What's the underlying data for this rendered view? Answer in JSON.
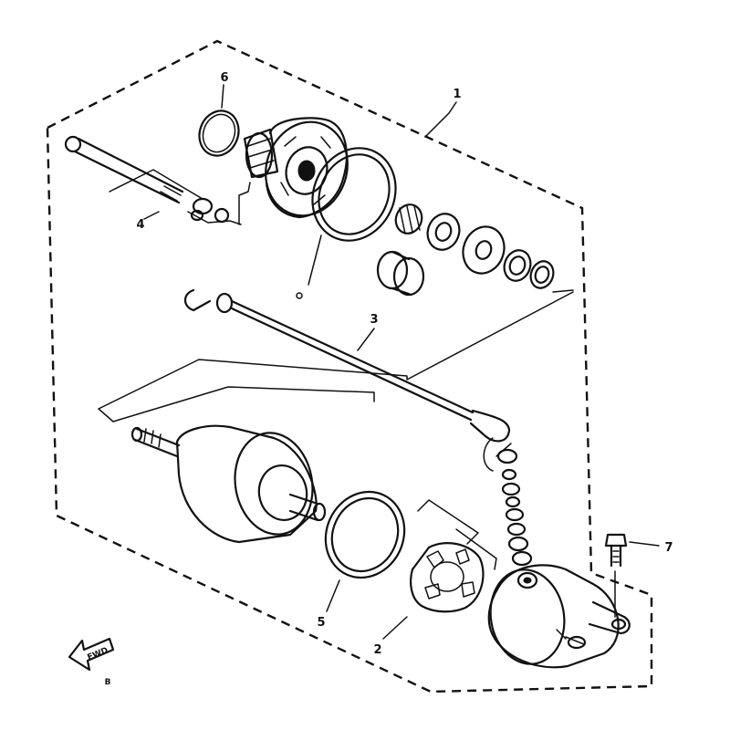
{
  "diagram": {
    "callouts": {
      "p1": "1",
      "p2": "2",
      "p3": "3",
      "p4": "4",
      "p5": "5",
      "p6": "6",
      "p7": "7"
    },
    "direction_arrow": {
      "text": "FWD"
    },
    "page_marker": "B"
  }
}
